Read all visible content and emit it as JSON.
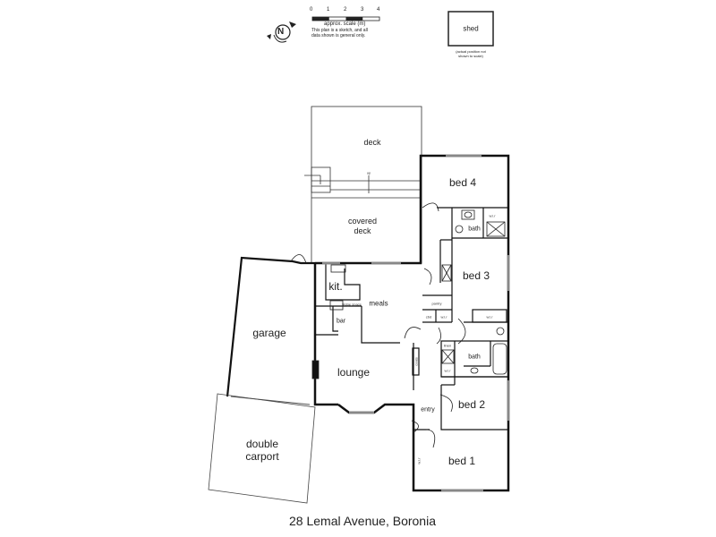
{
  "title": "28 Lemal Avenue, Boronia",
  "legend": {
    "north_symbol": "N",
    "scale_ticks": [
      "0",
      "1",
      "2",
      "3",
      "4"
    ],
    "scale_caption": "approx. scale (m)",
    "disclaimer_line1": "This plan is a sketch, and all",
    "disclaimer_line2": "data shown is general only."
  },
  "shed": {
    "label": "shed",
    "note_line1": "(actual position not",
    "note_line2": "shown to scale)"
  },
  "rooms": {
    "deck": "deck",
    "covered_deck_1": "covered",
    "covered_deck_2": "deck",
    "bed4": "bed 4",
    "bath_upper": "bath",
    "bed3": "bed 3",
    "kitchen": "kit.",
    "meals": "meals",
    "bar": "bar",
    "pantry": "pantry",
    "lounge": "lounge",
    "garage": "garage",
    "carport_1": "double",
    "carport_2": "carport",
    "bath_lower": "bath",
    "bed2": "bed 2",
    "entry": "entry",
    "bed1": "bed 1"
  },
  "fixtures": {
    "up_marker": "up",
    "robe_bed4": "w.i.r",
    "robe_bed3": "w.i.r",
    "cloak": "cbd",
    "linen": "w.i.r",
    "fridge": "fridge space",
    "linen2": "linen",
    "robe_bed2": "w.i.r",
    "coats": "coats",
    "robe_bed1": "w.i.r"
  }
}
